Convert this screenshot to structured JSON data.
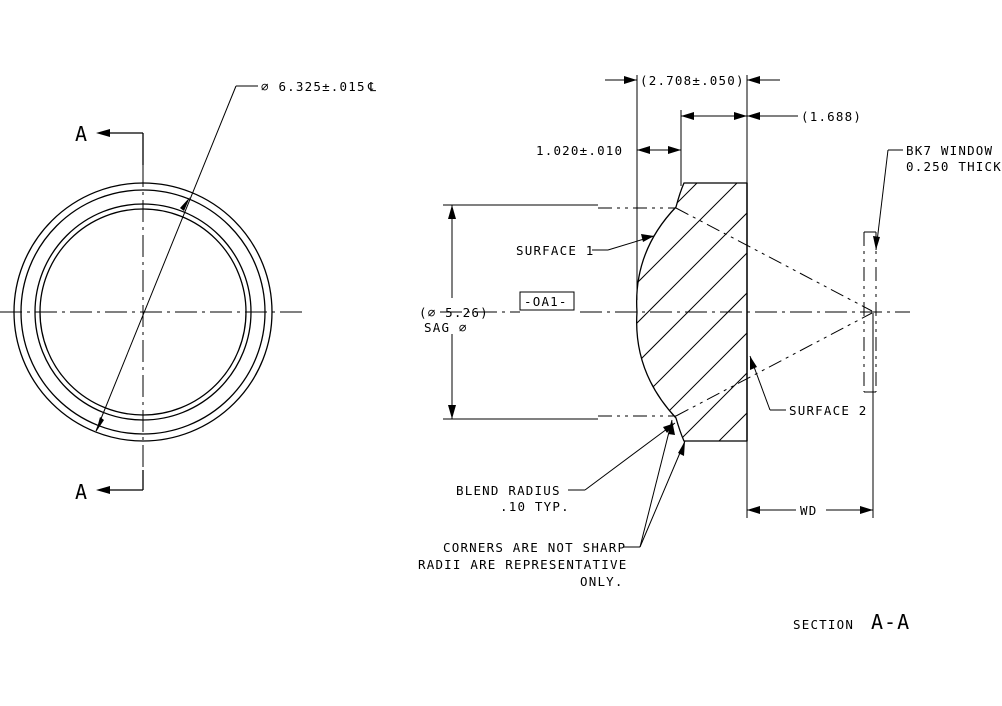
{
  "view_labels": {
    "section_left_top": "A",
    "section_left_bottom": "A",
    "section_title_word": "SECTION",
    "section_title_letters": "A-A"
  },
  "dimensions": {
    "outer_diameter": "⌀ 6.325±.015",
    "centerline_symbol": "℄",
    "overall_thickness": "(2.708±.050)",
    "back_focal": "(1.688)",
    "edge_thickness": "1.020±.010",
    "sag_diameter_line1": "(⌀ 5.26)",
    "sag_diameter_line2": "SAG ⌀",
    "working_distance": "WD"
  },
  "datum": {
    "label": "-OA1-"
  },
  "notes": {
    "surface_1": "SURFACE 1",
    "surface_2": "SURFACE 2",
    "window_line1": "BK7 WINDOW",
    "window_line2": "0.250 THICK",
    "blend_line1": "BLEND RADIUS",
    "blend_line2": ".10 TYP.",
    "corners_line1": "CORNERS ARE NOT SHARP",
    "corners_line2": "RADII ARE REPRESENTATIVE",
    "corners_line3": "ONLY."
  }
}
